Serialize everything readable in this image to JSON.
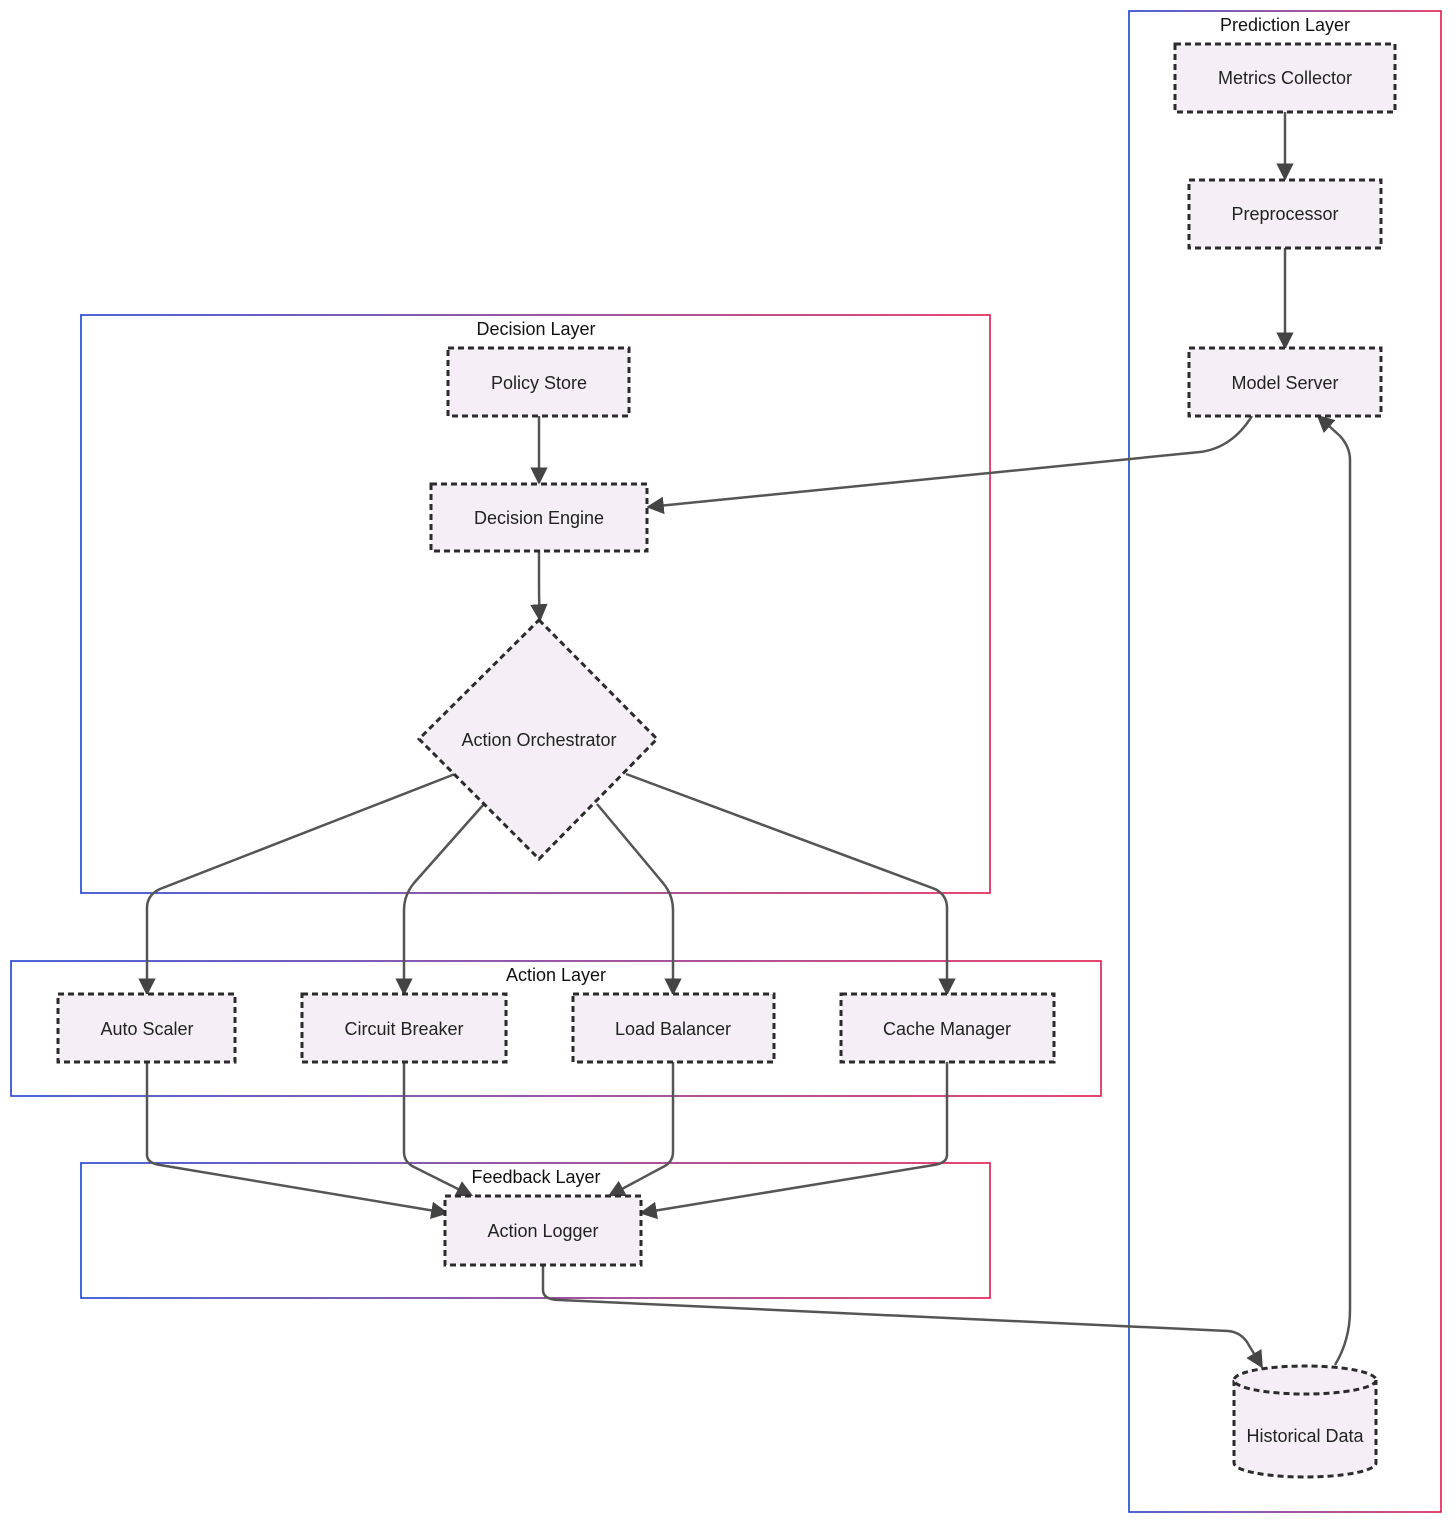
{
  "colors": {
    "node_fill": "#f6eef7",
    "node_border": "#2b2b2b",
    "edge": "#555555",
    "cluster_gradient_start": "#1e3fd0",
    "cluster_gradient_end": "#e0184d"
  },
  "clusters": {
    "prediction": "Prediction Layer",
    "decision": "Decision Layer",
    "action": "Action Layer",
    "feedback": "Feedback Layer"
  },
  "nodes": {
    "metrics_collector": "Metrics Collector",
    "preprocessor": "Preprocessor",
    "model_server": "Model Server",
    "policy_store": "Policy Store",
    "decision_engine": "Decision Engine",
    "action_orchestrator": "Action Orchestrator",
    "auto_scaler": "Auto Scaler",
    "circuit_breaker": "Circuit Breaker",
    "load_balancer": "Load Balancer",
    "cache_manager": "Cache Manager",
    "action_logger": "Action Logger",
    "historical_data": "Historical Data"
  }
}
